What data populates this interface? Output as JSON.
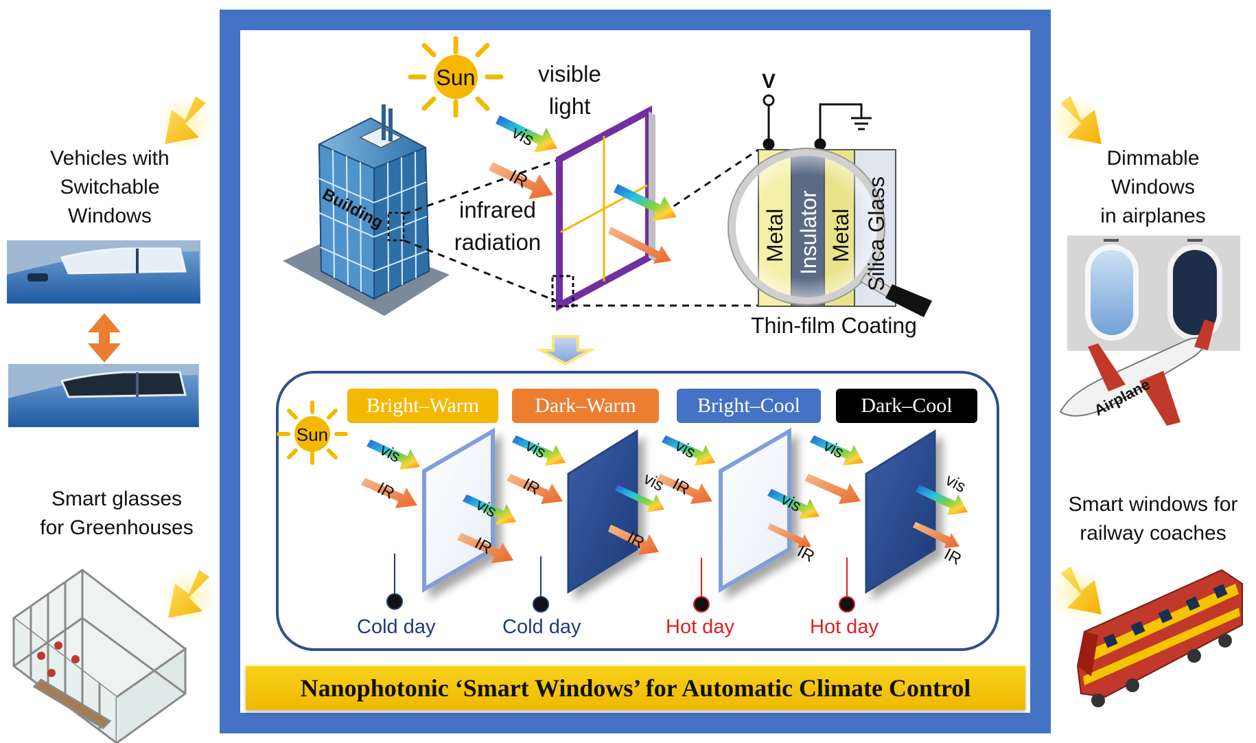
{
  "side": {
    "vehicles": "Vehicles with\nSwitchable\nWindows",
    "greenhouses": "Smart glasses\nfor Greenhouses",
    "airplanes": "Dimmable\nWindows\nin airplanes",
    "railway": "Smart windows for\nrailway coaches",
    "airplane_text": "Airplane"
  },
  "top": {
    "sun": "Sun",
    "visible_light": "visible\nlight",
    "infrared": "infrared\nradiation",
    "building": "Building",
    "vis": "vis",
    "ir": "IR",
    "voltage": "V",
    "layers": [
      "Metal",
      "Insulator",
      "Metal",
      "Silica Glass"
    ],
    "coating": "Thin-film Coating"
  },
  "states": [
    {
      "label": "Bright–Warm",
      "day": "Cold day",
      "color": "#f5b800"
    },
    {
      "label": "Dark–Warm",
      "day": "Cold day",
      "color": "#ed7d31"
    },
    {
      "label": "Bright–Cool",
      "day": "Hot day",
      "color": "#4472c4"
    },
    {
      "label": "Dark–Cool",
      "day": "Hot day",
      "color": "#000000"
    }
  ],
  "panel_sun": "Sun",
  "title": "Nanophotonic ‘Smart Windows’ for Automatic Climate Control",
  "colors": {
    "frame": "#4472c4",
    "panel_border": "#2f4f8f",
    "cold_text": "#1f3a7a",
    "hot_text": "#e02020",
    "sun": "#f5b800",
    "ir": "#ed7d31"
  }
}
